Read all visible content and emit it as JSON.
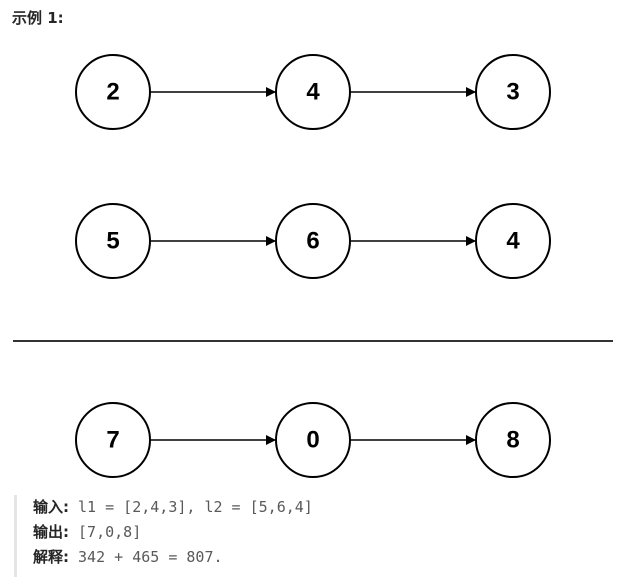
{
  "example": {
    "title": "示例 1:"
  },
  "lists": [
    {
      "nodes": [
        "2",
        "4",
        "3"
      ]
    },
    {
      "nodes": [
        "5",
        "6",
        "4"
      ]
    },
    {
      "nodes": [
        "7",
        "0",
        "8"
      ]
    }
  ],
  "explanation": {
    "input_label": "输入:",
    "input_value": " l1 = [2,4,3], l2 = [5,6,4]",
    "output_label": "输出:",
    "output_value": " [7,0,8]",
    "explain_label": "解释:",
    "explain_value": " 342 + 465 = 807."
  }
}
